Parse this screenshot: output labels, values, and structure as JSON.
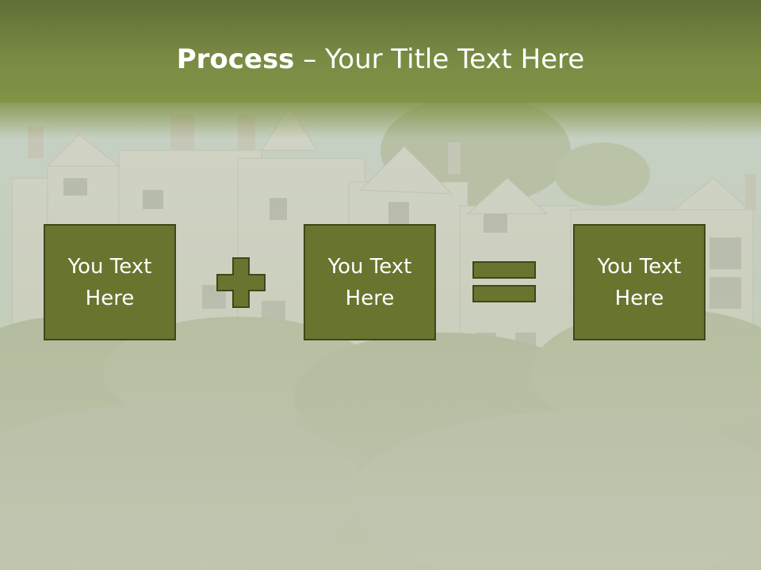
{
  "slide": {
    "title_bold": "Process",
    "title_rest": " – Your Title Text Here",
    "boxes": [
      {
        "text": "You Text Here"
      },
      {
        "text": "You Text Here"
      },
      {
        "text": "You Text Here"
      }
    ],
    "operators": [
      "plus-icon",
      "equals-icon"
    ]
  },
  "colors": {
    "header": "#7a8c44",
    "box_fill": "#69742f",
    "box_border": "#3f4719",
    "operator_fill": "#69742f",
    "text": "#ffffff"
  }
}
